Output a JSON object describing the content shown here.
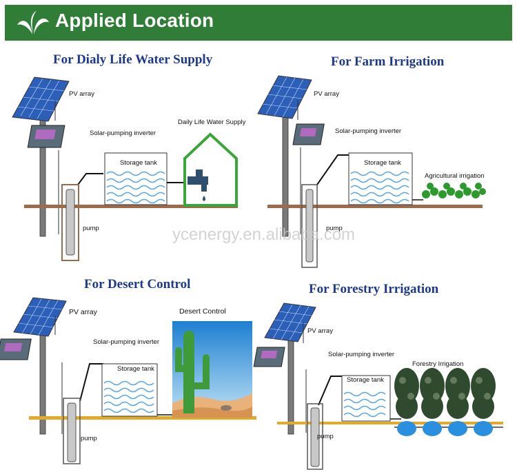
{
  "header": {
    "title": "Applied Location",
    "bg_color": "#2f7d36"
  },
  "watermark": "ycenergy.en.alibaba.com",
  "colors": {
    "title": "#1d3a8a",
    "ground_brown": "#9b6b4b",
    "ground_yellow": "#e2a92a",
    "house": "#3aa63a"
  },
  "panels": [
    {
      "title": "For Dialy Life Water Supply",
      "labels": {
        "pv": "PV array",
        "inverter": "Solar-pumping inverter",
        "tank": "Storage tank",
        "pump": "pump",
        "use": "Daily Life Water Supply"
      }
    },
    {
      "title": "For Farm Irrigation",
      "labels": {
        "pv": "PV array",
        "inverter": "Solar-pumping inverter",
        "tank": "Storage tank",
        "pump": "pump",
        "use": "Agricultural irrigation"
      }
    },
    {
      "title": "For Desert Control",
      "labels": {
        "pv": "PV array",
        "inverter": "Solar-pumping inverter",
        "tank": "Storage tank",
        "pump": "pump",
        "use": "Desert Control"
      }
    },
    {
      "title": "For Forestry Irrigation",
      "labels": {
        "pv": "PV array",
        "inverter": "Solar-pumping inverter",
        "tank": "Storage tank",
        "pump": "pump",
        "use": "Forestry Irrigation"
      }
    }
  ]
}
